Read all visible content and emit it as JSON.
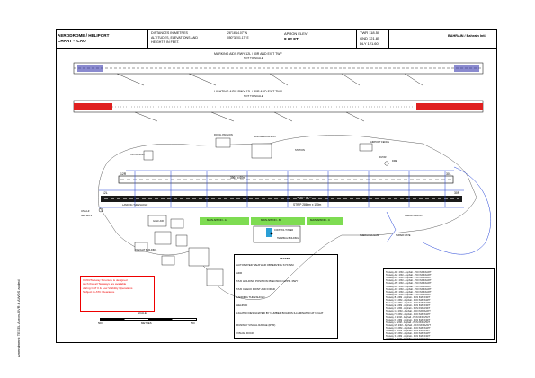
{
  "header": {
    "title_line1": "AERODROME / HELIPORT",
    "title_line2": "CHART - ICAO",
    "distances_line1": "DISTANCES IN METRES",
    "distances_line2": "ALTITUDES, ELEVATIONS AND",
    "distances_line3": "HEIGHTS IN FEET.",
    "coord_lat": "26°16'14.07\" N",
    "coord_lon": "050°38'01.17\" E",
    "apron_elev_label": "APRON ELEV",
    "apron_elev_value": "8.92 FT",
    "twr": "TWR  118.50",
    "gnd": "GND  121.85",
    "dly": "DLY  121.60",
    "authority": "BAHRAIN / Bahrain Intl."
  },
  "marking_title": "MARKING AIDS RWY 12L / 30R AND EXIT TWY",
  "marking_scale": "NOT TO SCALE",
  "lighting_title": "LIGHTING AIDS RWY 12L / 30R AND EXIT TWY",
  "lighting_scale": "NOT TO SCALE",
  "runway_main": "STRIP 2860m x 150m",
  "runway_main2": "2520 x 45 m",
  "runway_upper": "3964 x 60m",
  "aprons": [
    "MAIN APRON - A",
    "MAIN APRON - B",
    "MAIN APRON - C"
  ],
  "labels": {
    "rwy_12l": "12L",
    "rwy_30r": "30R",
    "rwy_12r": "12R",
    "rwy_30l": "30L",
    "station": "STATION",
    "royal_pavilion": "ROYAL PAVILION",
    "northern_apron": "NORTHERN APRON",
    "taxi_apron": "TAXI APRON",
    "airport_fence": "AIRPORT FENCE",
    "cargo_apron": "CARGO APRON",
    "gulf_air": "GULF AIR",
    "freight_building": "FREIGHT BUILDING",
    "super_gate": "SUPER GATE",
    "sheikh_isa_gate": "SHEIKH ISA GATE",
    "terminal_building": "TERMINAL BUILDING",
    "control_tower": "CONTROL TOWER",
    "landing_threshold": "LANDING THRESHOLD",
    "us_llz": "US LLZ",
    "ils_freq": "IBH 110.3",
    "dvor": "DVOR",
    "dme": "DME"
  },
  "red_note": [
    "ORDI/Taxiway Structure is designed",
    "such that all Taxiways are available",
    "during CAT II & Low Visibility Operations",
    "Subject to ATC Clearance"
  ],
  "legend": {
    "title": "LEGEND",
    "rows": [
      "AUTOMATED WEATHER OBSERVING SYSTEM",
      "ADR",
      "TAXI HOLDING POSITION PRECISION APPR. RWY",
      "TAXI CHECK POINT AND FIRED",
      "LANDING THRESHOLD",
      "HELIPAD",
      "LIGHTED DESIGNATED BY NUMBER BOARDS ILLUMINATED AT NIGHT",
      "RUNWAY VISUAL RANGE (RVR)",
      "VISUAL DOCK"
    ]
  },
  "twy_list": [
    "Taxiway A1 : 23M - Asphalt - PCN 63/F/A/W/T",
    "Taxiway A2 : 23M - Asphalt - PCN 63/F/A/W/T",
    "Taxiway A3 : 23M - Asphalt - PCN 63/F/A/W/T",
    "Taxiway A4 : 23M - Asphalt - PCN 63/F/A/W/T",
    "Taxiway A5 : 23M - Asphalt - PCN 63/F/A/W/T",
    "Taxiway A6 : 23M - Asphalt - PCN 63/F/A/W/T",
    "Taxiway A7 : 23M - Asphalt - PCN 63/F/A/W/T",
    "Taxiway A8 : 23M - Asphalt - PCN 63/F/A/W/T",
    "Taxiway A9 : 23M - Asphalt - PCN 63/F/A/W/T",
    "Taxiway B : 23M - Asphalt - PCN 63/F/A/W/T",
    "Taxiway C : 23M - Asphalt - PCN 63/F/A/W/T",
    "Taxiway D : 23M - Asphalt - PCN 63/F/A/W/T",
    "Taxiway E : 23M - Asphalt - PCN 63/F/A/W/T",
    "Taxiway F : 23M - Asphalt - PCN 63/F/A/W/T",
    "Taxiway G : 23M - Asphalt - PCN 63/F/A/W/T",
    "Taxiway H : 23M - Asphalt - PCN 63/F/A/W/T",
    "Taxiway J : 23M - Asphalt - PCN 63/F/A/W/T",
    "Taxiway K : 23M - Asphalt - PCN 63/F/A/W/T",
    "Taxiway L : 23M - Asphalt - PCN 63/F/A/W/T",
    "Taxiway M : 23M - Asphalt - PCN 63/F/A/W/T",
    "Taxiway N : 23M - Asphalt - PCN 63/F/A/W/T",
    "Taxiway P : 23M - Asphalt - PCN 63/F/A/W/T",
    "Taxiway R : 23M - Asphalt - PCN 63/F/A/W/T",
    "Taxiway S : 23M - Asphalt - PCN 63/F/A/W/T",
    "Taxiway T : 23M - Asphalt - PCN 63/F/A/W/T"
  ],
  "scale_label": "SCALE",
  "scale_unit": "METRES",
  "scale_left": "500",
  "scale_right": "500",
  "amendment": "Amendment: TEXEL Apron-RVR & AWOS added",
  "colors": {
    "runway": "#1a1a1a",
    "taxiway_line": "#1f3fd6",
    "apron_green": "#7edc52",
    "red_lights": "#e02020",
    "red_text": "#e00000",
    "building_blue": "#2a2aa8"
  }
}
